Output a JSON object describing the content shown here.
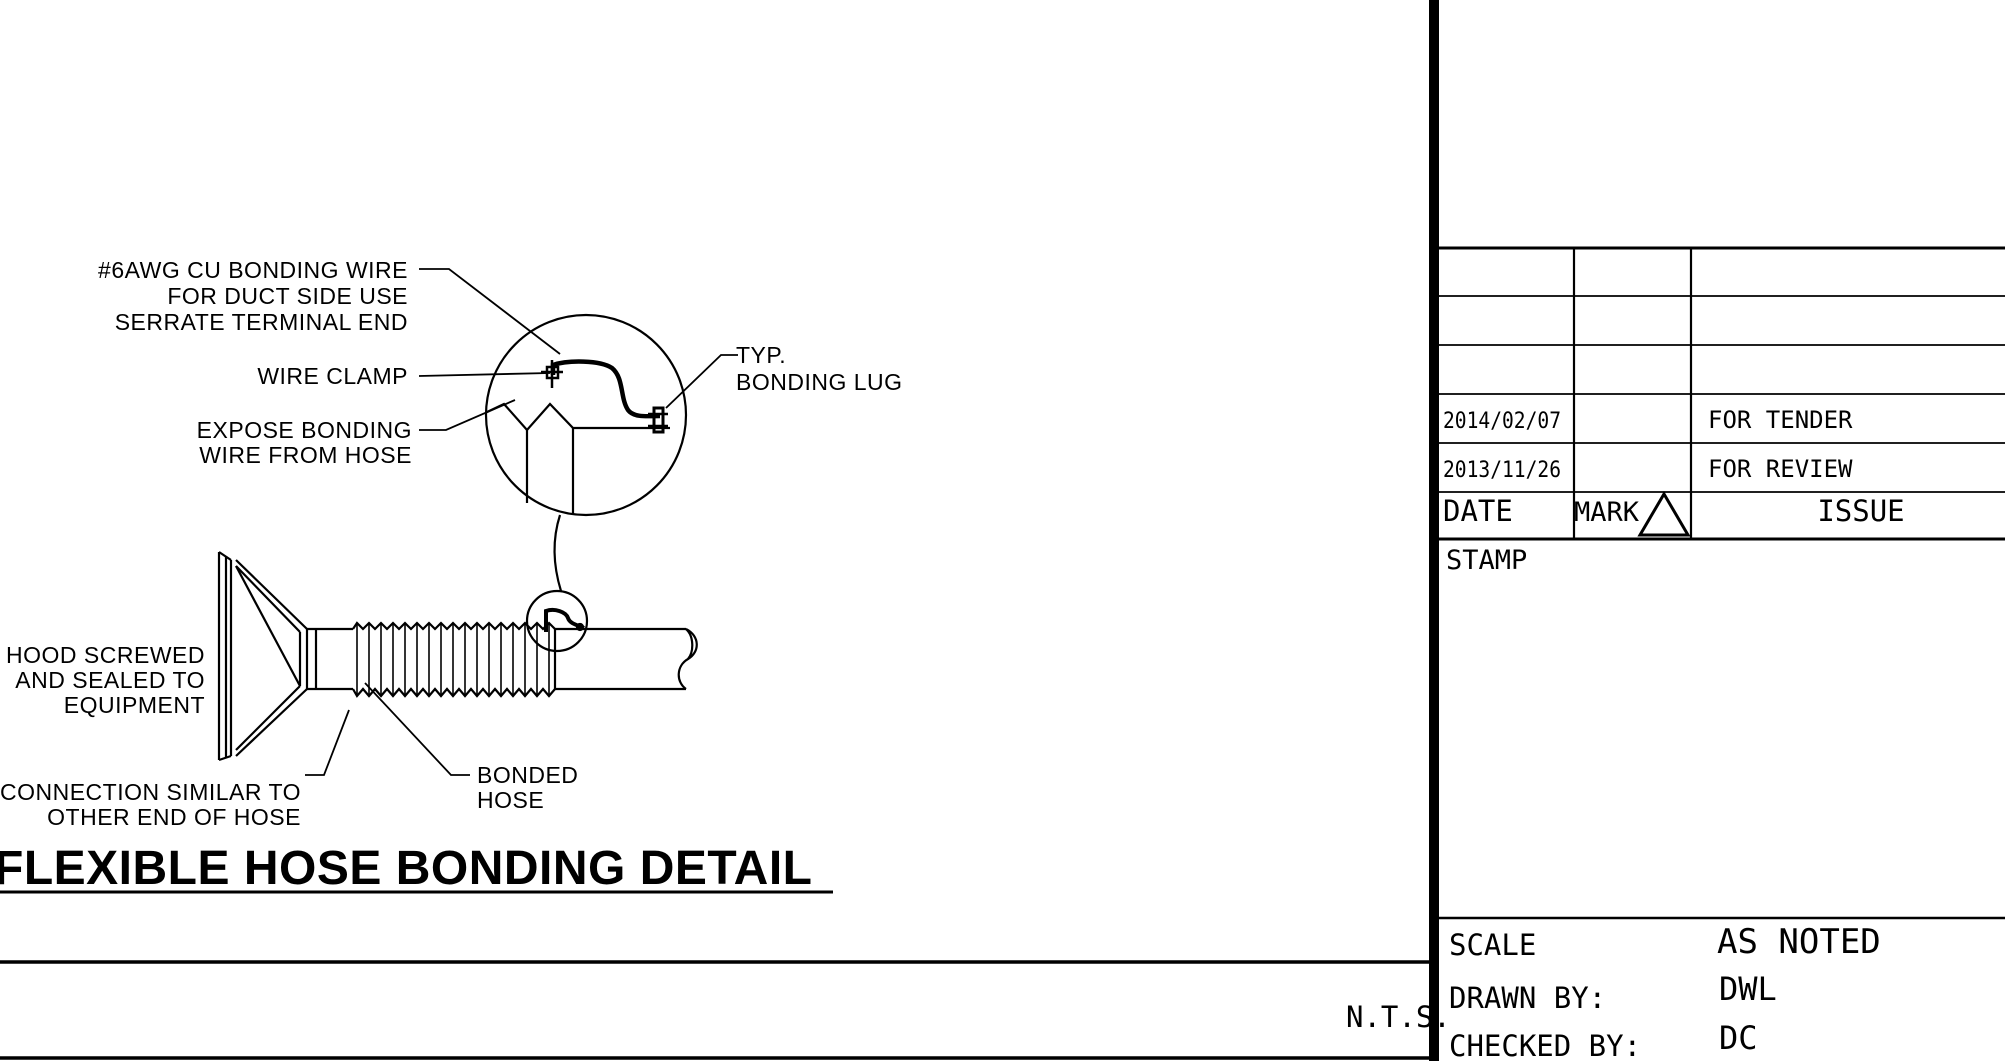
{
  "drawing": {
    "title": "FLEXIBLE HOSE BONDING DETAIL",
    "scale_note": "N.T.S.",
    "callouts": {
      "bonding_wire": [
        "#6AWG CU BONDING WIRE",
        "FOR DUCT SIDE USE",
        "SERRATE TERMINAL END"
      ],
      "wire_clamp": [
        "WIRE CLAMP"
      ],
      "expose_wire": [
        "EXPOSE BONDING",
        "WIRE FROM HOSE"
      ],
      "bonding_lug": [
        "TYP.",
        "BONDING LUG"
      ],
      "hood": [
        "HOOD SCREWED",
        "AND SEALED TO",
        "EQUIPMENT"
      ],
      "connection": [
        "CONNECTION SIMILAR TO",
        "OTHER END OF HOSE"
      ],
      "bonded_hose": [
        "BONDED",
        "HOSE"
      ]
    }
  },
  "title_block": {
    "revisions": [
      {
        "date": "",
        "mark": "",
        "issue": ""
      },
      {
        "date": "",
        "mark": "",
        "issue": ""
      },
      {
        "date": "",
        "mark": "",
        "issue": ""
      },
      {
        "date": "2014/02/07",
        "mark": "",
        "issue": "FOR TENDER"
      },
      {
        "date": "2013/11/26",
        "mark": "",
        "issue": "FOR REVIEW"
      }
    ],
    "headers": {
      "date": "DATE",
      "mark": "MARK",
      "issue": "ISSUE"
    },
    "stamp_label": "STAMP",
    "scale_label": "SCALE",
    "scale_value": "AS NOTED",
    "drawn_by_label": "DRAWN BY:",
    "drawn_by_value": "DWL",
    "checked_by_label": "CHECKED BY:",
    "checked_by_value": "DC"
  }
}
